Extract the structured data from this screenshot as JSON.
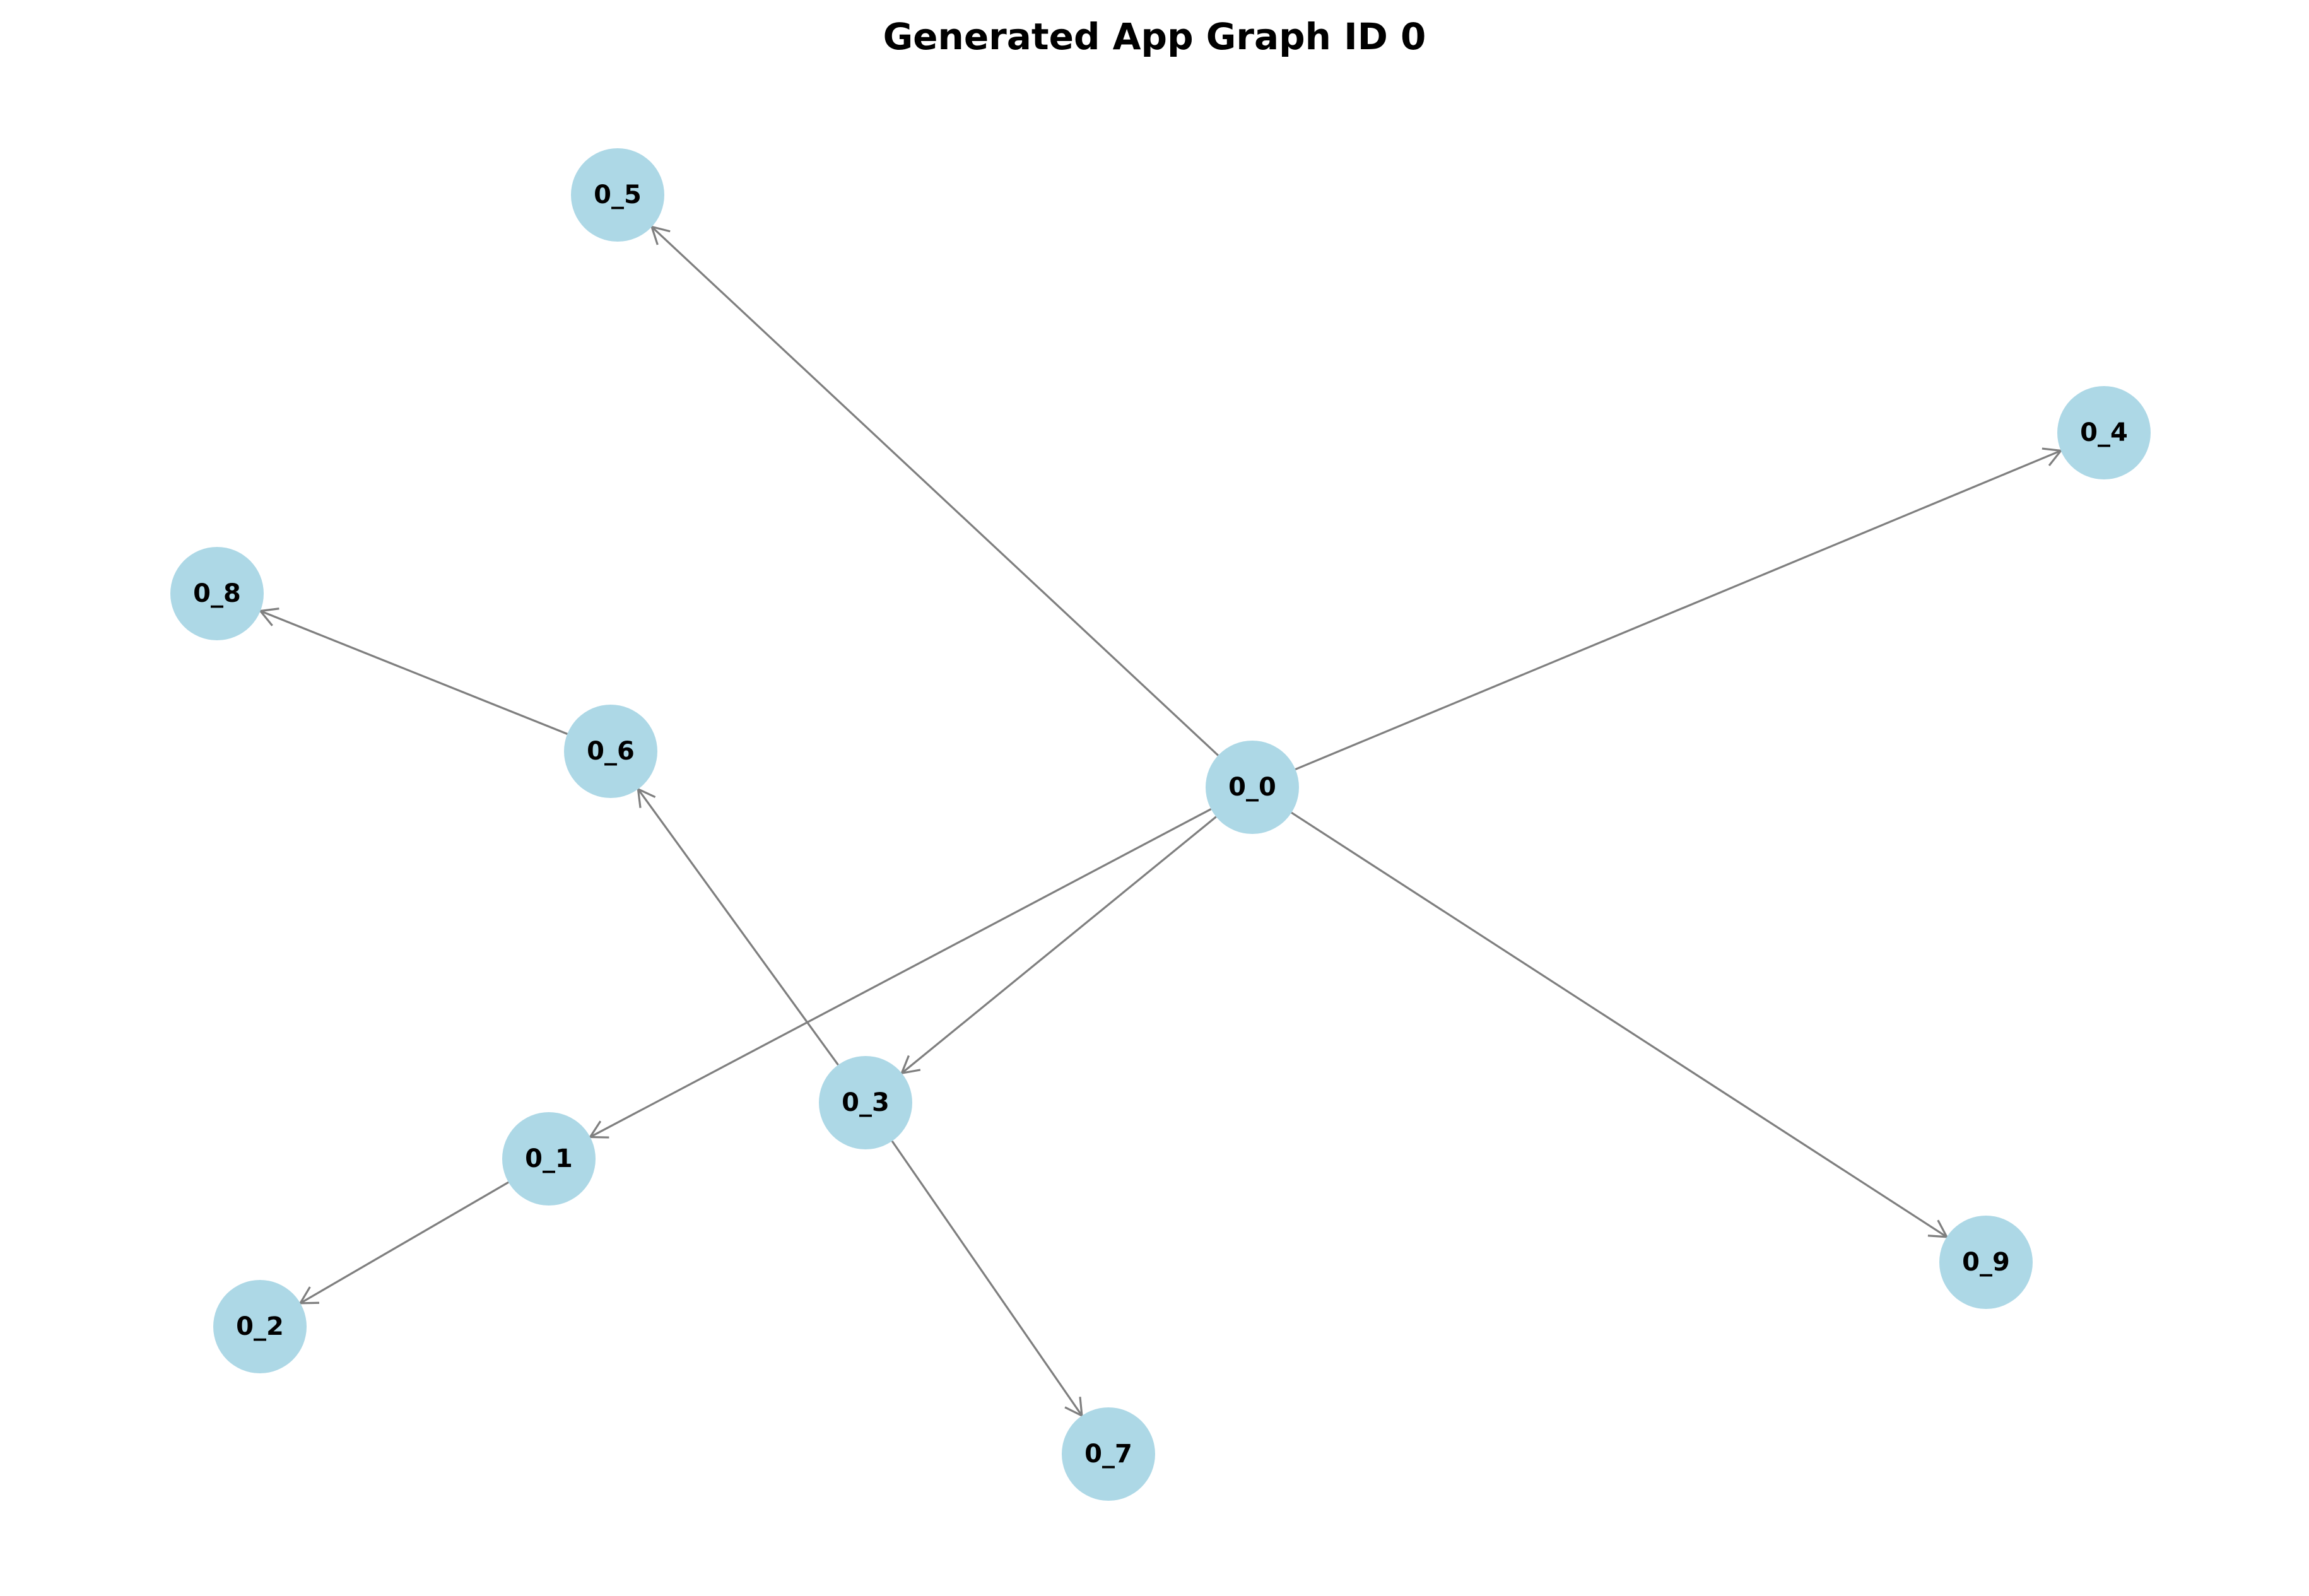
{
  "title": "Generated App Graph ID 0",
  "colors": {
    "node_fill": "#add8e6",
    "edge": "#7f7f7f",
    "label": "#000000",
    "background": "#ffffff"
  },
  "nodes": [
    {
      "id": "0_0",
      "label": "0_0"
    },
    {
      "id": "0_1",
      "label": "0_1"
    },
    {
      "id": "0_2",
      "label": "0_2"
    },
    {
      "id": "0_3",
      "label": "0_3"
    },
    {
      "id": "0_4",
      "label": "0_4"
    },
    {
      "id": "0_5",
      "label": "0_5"
    },
    {
      "id": "0_6",
      "label": "0_6"
    },
    {
      "id": "0_7",
      "label": "0_7"
    },
    {
      "id": "0_8",
      "label": "0_8"
    },
    {
      "id": "0_9",
      "label": "0_9"
    }
  ],
  "edges": [
    {
      "source": "0_0",
      "target": "0_5"
    },
    {
      "source": "0_0",
      "target": "0_4"
    },
    {
      "source": "0_0",
      "target": "0_1"
    },
    {
      "source": "0_0",
      "target": "0_3"
    },
    {
      "source": "0_0",
      "target": "0_9"
    },
    {
      "source": "0_6",
      "target": "0_8"
    },
    {
      "source": "0_3",
      "target": "0_6"
    },
    {
      "source": "0_3",
      "target": "0_7"
    },
    {
      "source": "0_1",
      "target": "0_2"
    }
  ]
}
